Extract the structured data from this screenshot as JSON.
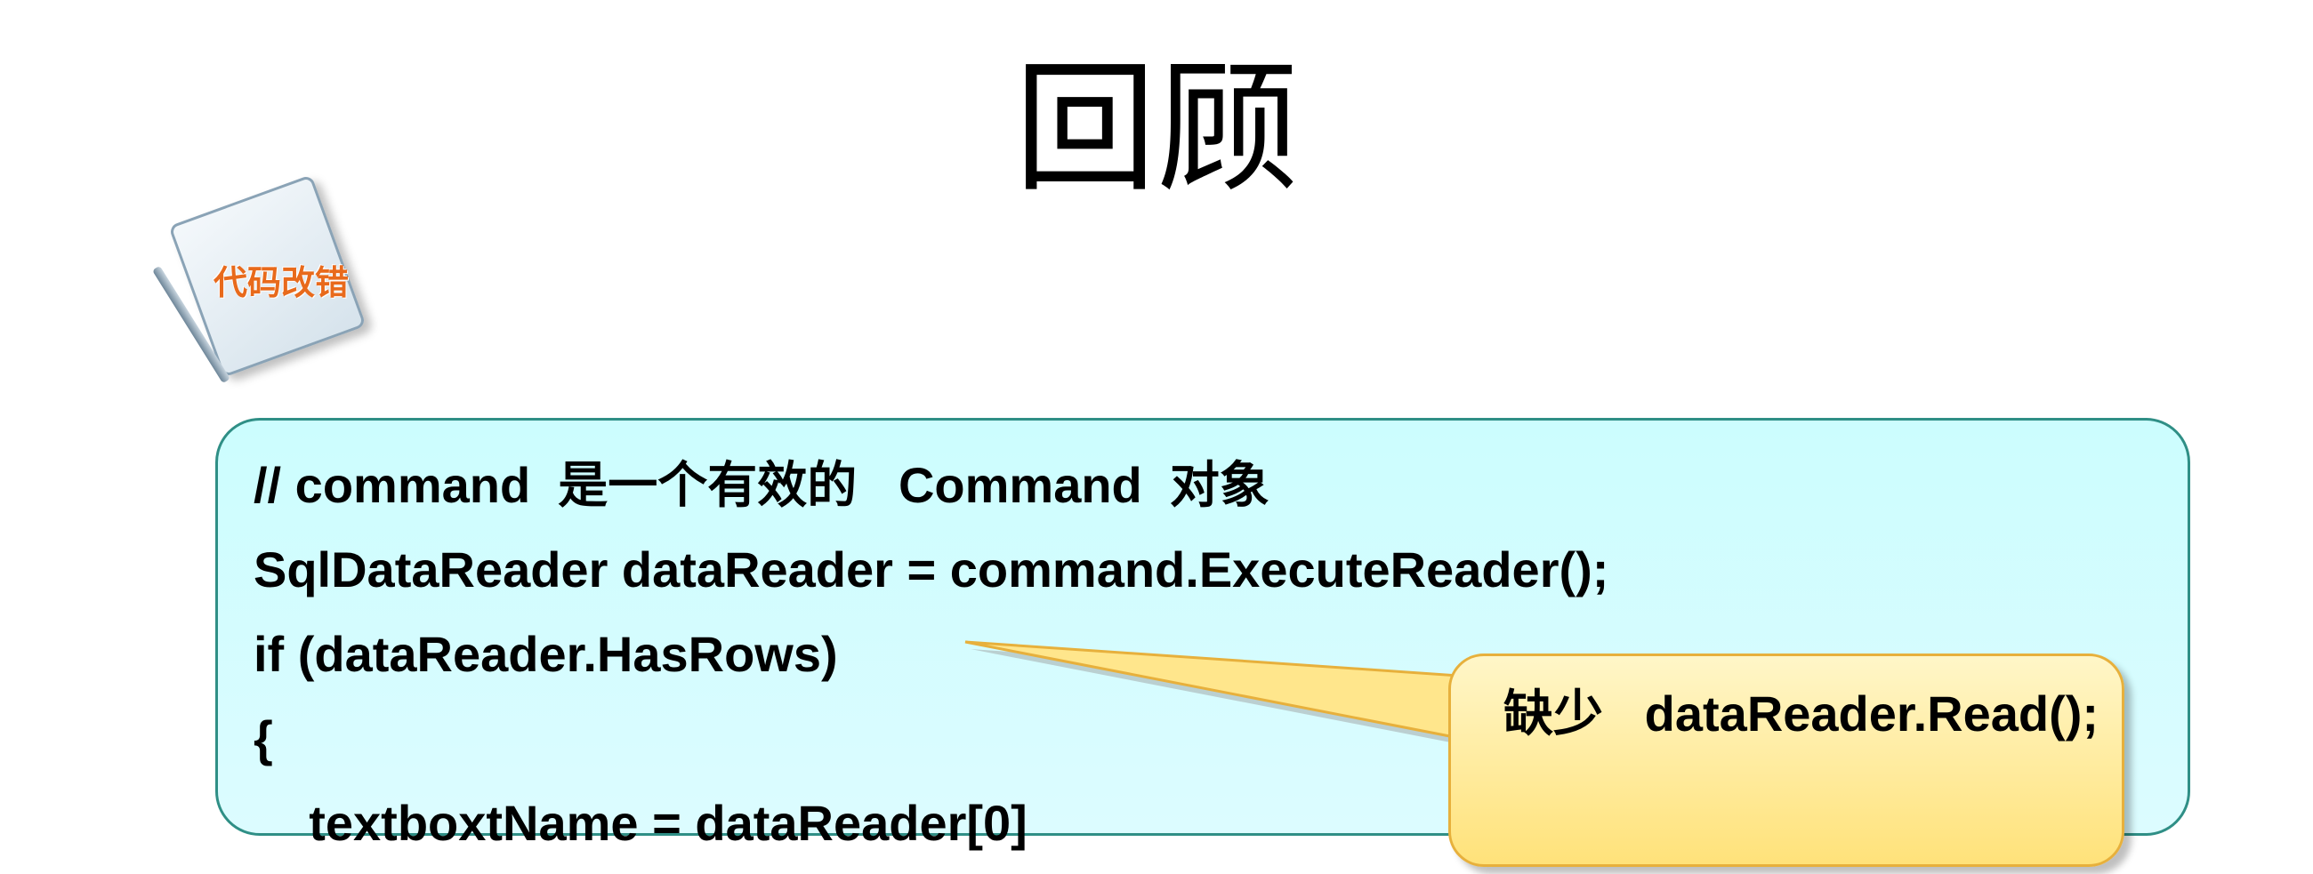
{
  "slide": {
    "title": "回顾",
    "badge_label": "代码改错"
  },
  "code": {
    "lines": [
      "// command  是一个有效的   Command  对象",
      "SqlDataReader dataReader = command.ExecuteReader();",
      "if (dataReader.HasRows)",
      "{",
      "    textboxtName = dataReader[0]"
    ]
  },
  "callout": {
    "text": "缺少   dataReader.Read();"
  },
  "colors": {
    "code_box_fill": "#ccfdfe",
    "code_box_border": "#2f8f86",
    "callout_fill": "#ffe27a",
    "callout_border": "#e7b03c",
    "badge_text": "#e86a1c"
  }
}
